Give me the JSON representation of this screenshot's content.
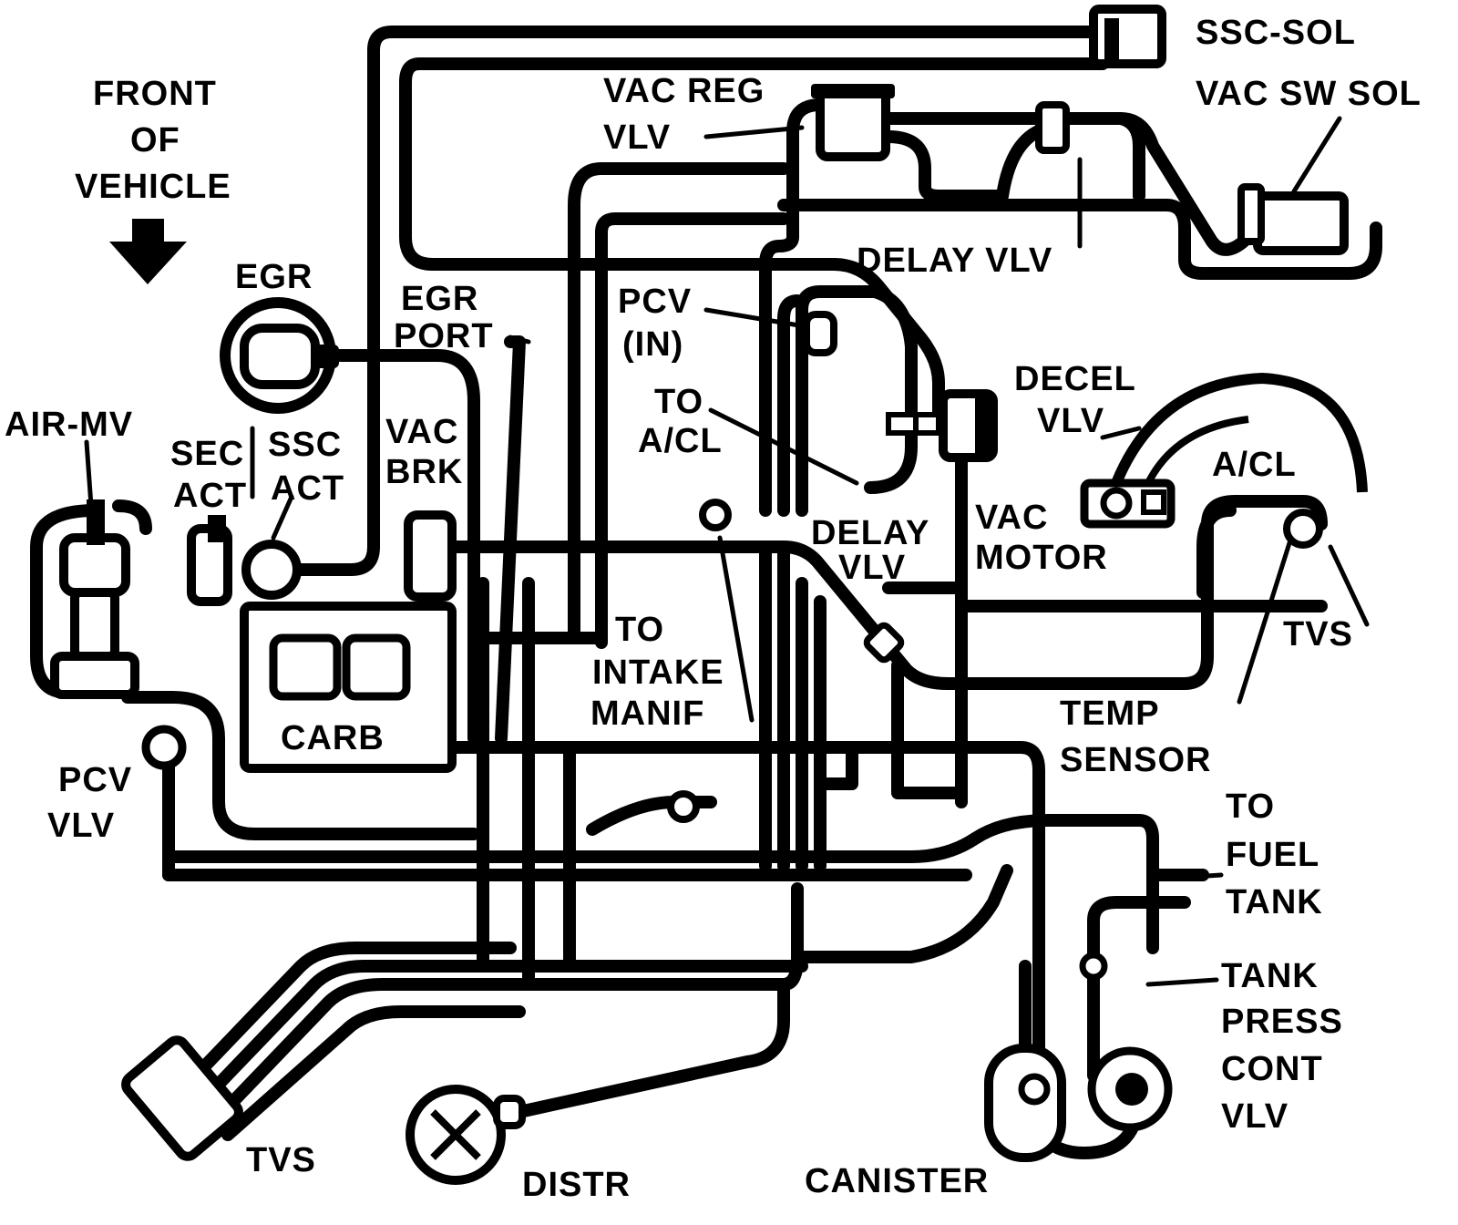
{
  "colors": {
    "ink": "#000000",
    "background": "#ffffff"
  },
  "labels": {
    "front_of_vehicle": [
      "FRONT",
      "OF",
      "VEHICLE"
    ],
    "egr": "EGR",
    "egr_port": [
      "EGR",
      "PORT"
    ],
    "air_mv": "AIR-MV",
    "sec_act": [
      "SEC",
      "ACT"
    ],
    "ssc_act": [
      "SSC",
      "ACT"
    ],
    "vac_brk": [
      "VAC",
      "BRK"
    ],
    "carb": "CARB",
    "pcv_vlv": [
      "PCV",
      "VLV"
    ],
    "tvs_bottom": "TVS",
    "distr": "DISTR",
    "canister": "CANISTER",
    "ssc_sol": "SSC-SOL",
    "vac_reg_vlv": [
      "VAC REG",
      "VLV"
    ],
    "vac_sw_sol": "VAC SW SOL",
    "delay_vlv_top": "DELAY VLV",
    "pcv_in": [
      "PCV",
      "(IN)"
    ],
    "to_acl": [
      "TO",
      "A/CL"
    ],
    "decel_vlv": [
      "DECEL",
      "VLV"
    ],
    "acl": "A/CL",
    "vac_motor": [
      "VAC",
      "MOTOR"
    ],
    "delay_vlv_mid": [
      "DELAY",
      "VLV"
    ],
    "to_intake_manif": [
      "TO",
      "INTAKE",
      "MANIF"
    ],
    "tvs_right": "TVS",
    "temp_sensor": [
      "TEMP",
      "SENSOR"
    ],
    "to_fuel_tank": [
      "TO",
      "FUEL",
      "TANK"
    ],
    "tank_press_cont_vlv": [
      "TANK",
      "PRESS",
      "CONT",
      "VLV"
    ]
  }
}
